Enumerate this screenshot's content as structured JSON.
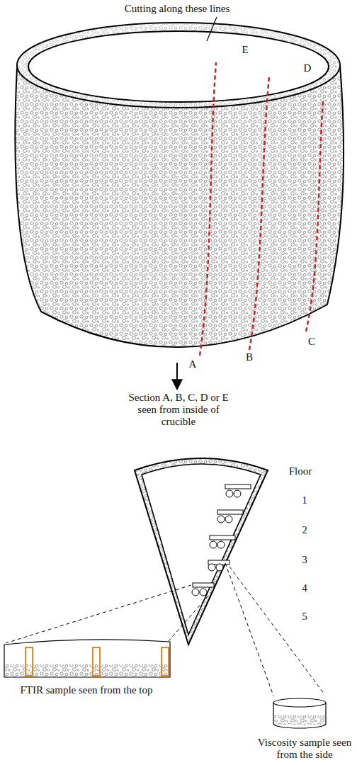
{
  "diagram": {
    "labels": [
      "Cutting along these lines",
      "E",
      "D",
      "A",
      "B",
      "C",
      "Section A, B, C, D or E seen from inside of crucible",
      "Floor",
      "1",
      "2",
      "3",
      "4",
      "5",
      "FTIR sample seen from the top",
      "Viscosity sample seen from the side"
    ]
  }
}
